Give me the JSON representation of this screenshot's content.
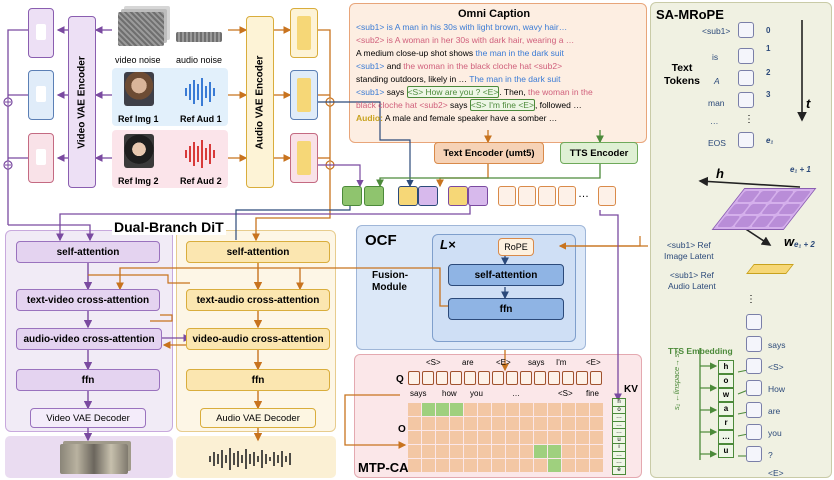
{
  "video_branch": {
    "video_noise": "video noise",
    "audio_noise": "audio noise",
    "ref_img_1": "Ref Img 1",
    "ref_aud_1": "Ref Aud 1",
    "ref_img_2": "Ref Img 2",
    "ref_aud_2": "Ref Aud 2",
    "video_vae_encoder": "Video VAE Encoder",
    "audio_vae_encoder": "Audio VAE Encoder"
  },
  "omni_caption": {
    "title": "Omni Caption",
    "line1": "<sub1> is A man in his 30s with light brown, wavy hair…",
    "line2": "<sub2> is A woman in her 30s with dark hair, wearing a …",
    "line3a": "A medium close-up shot shows ",
    "line3b": "the man in the dark suit",
    "line4a": "<sub1>",
    "line4b": " and ",
    "line4c": "the woman in the black cloche hat <sub2>",
    "line5a": "standing outdoors, likely in … ",
    "line5b": "The man in the dark suit",
    "line6a": "<sub1>",
    "line6b": " says ",
    "line6c": "<S> How are you ? <E>",
    "line6d": ". Then, ",
    "line6e": "the woman in the",
    "line7a": "black cloche hat <sub2>",
    "line7b": " says ",
    "line7c": "<S> I'm fine <E>",
    "line7d": ", followed …",
    "line8a": "Audio:",
    "line8b": " A male and female speaker have a somber …"
  },
  "encoders": {
    "text_encoder": "Text Encoder (umt5)",
    "tts_encoder": "TTS Encoder",
    "ellipsis": "…"
  },
  "dit": {
    "title": "Dual-Branch DiT",
    "v_self": "self-attention",
    "v_text": "text-video cross-attention",
    "v_audio": "audio-video cross-attention",
    "v_ffn": "ffn",
    "a_self": "self-attention",
    "a_text": "text-audio cross-attention",
    "a_video": "video-audio cross-attention",
    "a_ffn": "ffn",
    "video_decoder": "Video VAE Decoder",
    "audio_decoder": "Audio VAE Decoder"
  },
  "ocf": {
    "title": "OCF",
    "layers": "L×",
    "module": "Fusion-\nModule",
    "rope": "RoPE",
    "self": "self-attention",
    "ffn": "ffn"
  },
  "mtp": {
    "title": "MTP-CA",
    "q": "Q",
    "o": "O",
    "kv": "KV",
    "top_tokens": [
      "<S>",
      "are",
      "<E>",
      "says",
      "I'm",
      "<E>"
    ],
    "bottom_tokens": [
      "says",
      "how",
      "you",
      "…",
      "<S>",
      "fine"
    ],
    "kv_chars": [
      "h",
      "o",
      "…",
      "…",
      "…",
      "u",
      "i",
      "…",
      "…",
      "e"
    ]
  },
  "rope_panel": {
    "title": "SA-MRoPE",
    "text_tokens": "Text\nTokens",
    "tokens": [
      "<sub1>",
      "is",
      "A",
      "man",
      "…",
      "EOS"
    ],
    "indices": [
      "0",
      "1",
      "2",
      "3",
      "",
      "e₁"
    ],
    "t_label": "t",
    "h_label": "h",
    "w_label": "w",
    "e1p1": "e₁ + 1",
    "e1p2": "e₁ + 2",
    "ref_image_latent": "<sub1> Ref\nImage Latent",
    "ref_audio_latent": "<sub1> Ref\nAudio Latent",
    "dots": "⋮",
    "tts_embedding": "TTS Embedding",
    "tts_tokens": [
      "says",
      "<S>",
      "How",
      "are",
      "you",
      "?",
      "<E>"
    ],
    "tts_chars": [
      "h",
      "o",
      "w",
      "a",
      "r",
      "…",
      "u"
    ],
    "linspace": "s₁ ←linspace→ s₂"
  }
}
